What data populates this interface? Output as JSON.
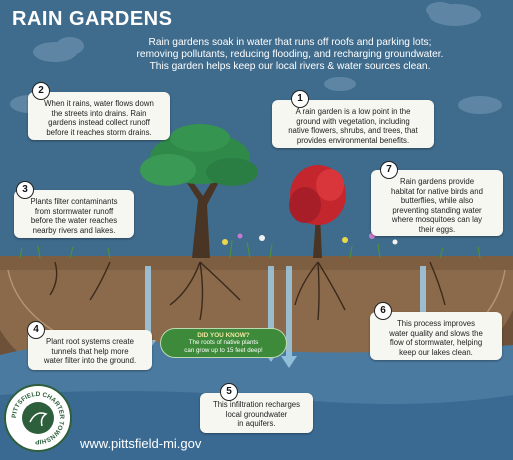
{
  "header": {
    "title": "RAIN GARDENS",
    "intro_lines": [
      "Rain gardens soak in water that runs off roofs and parking lots;",
      "removing pollutants, reducing flooding, and recharging groundwater.",
      "This garden helps keep our local rivers & water sources clean."
    ]
  },
  "callouts": [
    {
      "number": "1",
      "lines": [
        "A rain garden is a low point in the",
        "ground with vegetation, including",
        "native flowers, shrubs, and trees, that",
        "provides environmental benefits."
      ]
    },
    {
      "number": "2",
      "lines": [
        "When it rains, water flows down",
        "the streets into drains. Rain",
        "gardens instead collect runoff",
        "before it reaches storm drains."
      ]
    },
    {
      "number": "3",
      "lines": [
        "Plants filter contaminants",
        "from stormwater runoff",
        "before the water reaches",
        "nearby rivers and lakes."
      ]
    },
    {
      "number": "4",
      "lines": [
        "Plant root systems create",
        "tunnels that help more",
        "water filter into the ground."
      ]
    },
    {
      "number": "5",
      "lines": [
        "This infiltration recharges",
        "local groundwater",
        "in aquifers."
      ]
    },
    {
      "number": "6",
      "lines": [
        "This process improves",
        "water quality and slows the",
        "flow of stormwater, helping",
        "keep our lakes clean."
      ]
    },
    {
      "number": "7",
      "lines": [
        "Rain gardens provide",
        "habitat for native birds and",
        "butterflies, while also",
        "preventing standing water",
        "where mosquitoes can lay",
        "their eggs."
      ]
    }
  ],
  "did_you_know": {
    "heading": "DID YOU KNOW?",
    "lines": [
      "The roots of native plants",
      "can grow up to 15 feet deep!"
    ]
  },
  "footer": {
    "url": "www.pittsfield-mi.gov",
    "seal_text": "PITTSFIELD CHARTER TOWNSHIP"
  },
  "colors": {
    "sky": "#3f6b8c",
    "ground": "#7a5a3c",
    "water": "#4d7ea3",
    "tree_green": "#2f8a4a",
    "tree_red": "#c4262e",
    "callout_bg": "#f7f7f2"
  }
}
